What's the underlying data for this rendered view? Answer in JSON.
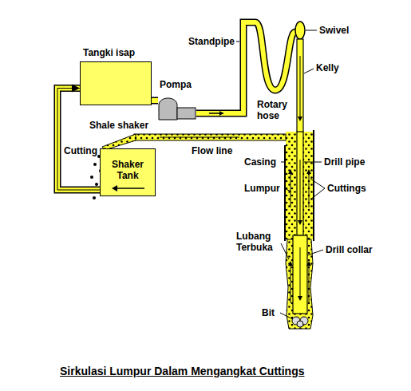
{
  "diagram": {
    "caption": "Sirkulasi Lumpur Dalam Mengangkat Cuttings",
    "nodes": [
      {
        "text": [
          "Tangki isap"
        ]
      },
      {
        "text": [
          "Pompa"
        ]
      },
      {
        "text": [
          "Shaker Tank"
        ]
      }
    ],
    "edges": [
      {
        "from": 2,
        "to": 0,
        "arrow": "to"
      },
      {
        "from": 0,
        "to": 1,
        "arrow": "none"
      }
    ],
    "labels": [
      "Standpipe",
      "Swivel",
      "Kelly",
      "Rotary hose",
      "Shale shaker",
      "Cutting",
      "Flow line",
      "Casing",
      "Drill pipe",
      "Lumpur",
      "Cuttings",
      "Lubang Terbuka",
      "Drill collar",
      "Bit"
    ]
  }
}
